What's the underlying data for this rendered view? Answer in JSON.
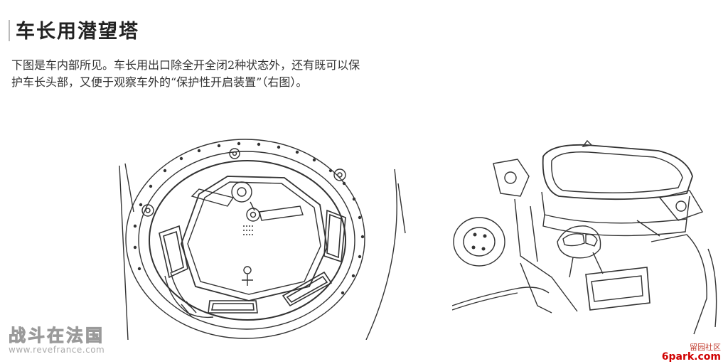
{
  "heading": "车长用潜望塔",
  "paragraph": {
    "line1": "下图是车内部所见。车长用出口除全开全闭2种状态外，还有既可以保",
    "line2": "护车长头部，又便于观察车外的“保护性开启装置”（右图）。"
  },
  "watermark_left": {
    "name": "战斗在法国",
    "url": "www.revefrance.com"
  },
  "watermark_right": {
    "label": "留园社区",
    "site": "6park.com"
  }
}
